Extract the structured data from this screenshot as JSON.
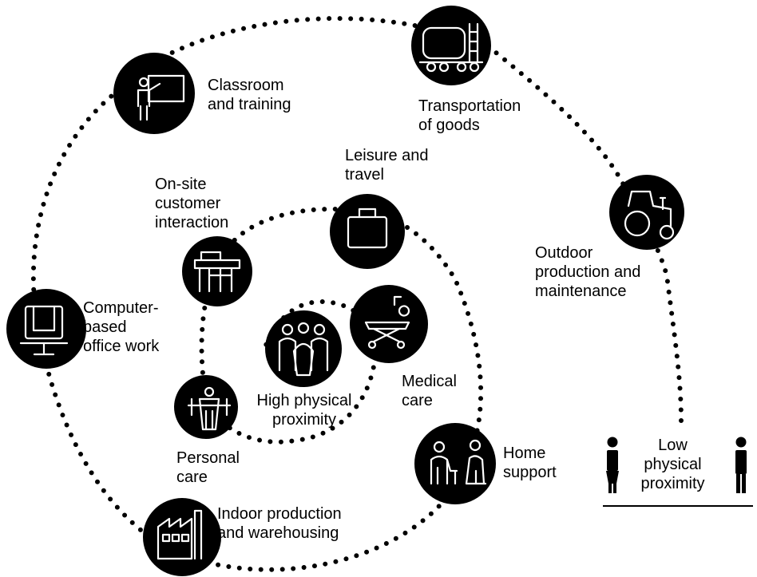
{
  "colors": {
    "ink": "#000000",
    "background": "#ffffff"
  },
  "nodes": [
    {
      "id": "classroom",
      "label": "Classroom\nand training",
      "icon": "presenter-at-board-icon"
    },
    {
      "id": "transport",
      "label": "Transportation\nof goods",
      "icon": "tanker-wagon-icon"
    },
    {
      "id": "outdoor",
      "label": "Outdoor\nproduction and\nmaintenance",
      "icon": "tractor-icon"
    },
    {
      "id": "computer",
      "label": "Computer-\nbased\noffice work",
      "icon": "monitor-icon"
    },
    {
      "id": "leisure",
      "label": "Leisure and\ntravel",
      "icon": "suitcase-icon"
    },
    {
      "id": "onsite",
      "label": "On-site\ncustomer\ninteraction",
      "icon": "service-counter-icon"
    },
    {
      "id": "medical",
      "label": "Medical\ncare",
      "icon": "hospital-bed-icon"
    },
    {
      "id": "high",
      "label": "High physical\nproximity",
      "icon": "group-of-people-icon"
    },
    {
      "id": "personal",
      "label": "Personal\ncare",
      "icon": "person-on-bed-icon"
    },
    {
      "id": "home",
      "label": "Home\nsupport",
      "icon": "caregiver-and-elder-icon"
    },
    {
      "id": "indoor",
      "label": "Indoor production\nand warehousing",
      "icon": "factory-icon"
    }
  ],
  "legend": {
    "label": "Low\nphysical\nproximity",
    "icon": "two-people-apart-icon"
  }
}
